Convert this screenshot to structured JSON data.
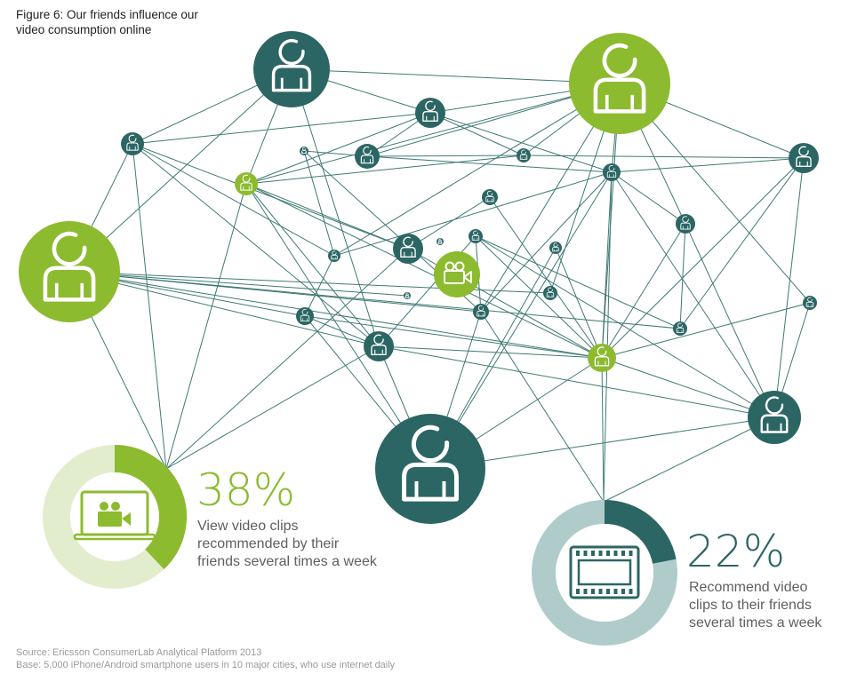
{
  "figure": {
    "title_line1": "Figure 6: Our friends influence our",
    "title_line2": "video consumption online"
  },
  "colors": {
    "dark_teal": "#2c6664",
    "green": "#8cbb2f",
    "light_green": "#e2edce",
    "light_teal": "#b0ccca",
    "line": "#3f7a74"
  },
  "stats": [
    {
      "percent": "38%",
      "value": 0.38,
      "line1": "View video clips",
      "line2": "recommended by their",
      "line3": "friends several times a week",
      "color": "#8cbb2f",
      "track_color": "#e2edce",
      "icon": "laptop-video-icon"
    },
    {
      "percent": "22%",
      "value": 0.22,
      "line1": "Recommend video",
      "line2": "clips to their friends",
      "line3": "several times a week",
      "color": "#2c6664",
      "track_color": "#b0ccca",
      "icon": "film-strip-icon"
    }
  ],
  "network": {
    "node_icon": "person-icon",
    "center_icon": "video-camera-icon"
  },
  "footer": {
    "source": "Source: Ericsson ConsumerLab Analytical Platform 2013",
    "base": "Base: 5,000 iPhone/Android smartphone users in 10 major cities, who use internet daily"
  }
}
